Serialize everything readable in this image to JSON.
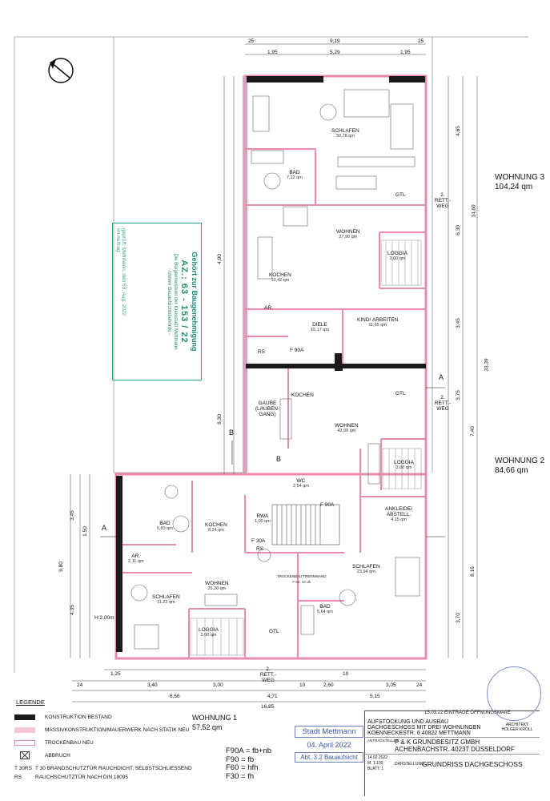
{
  "plan": {
    "rooms_w3": [
      {
        "name": "SCHLAFEN",
        "area": "30,78 qm"
      },
      {
        "name": "BAD",
        "area": "7,22 qm"
      },
      {
        "name": "WOHNEN",
        "area": "27,90 qm"
      },
      {
        "name": "KOCHEN",
        "area": "10,42 qm"
      },
      {
        "name": "LOGGIA",
        "area": "3,00 qm"
      },
      {
        "name": "DIELE",
        "area": "15,17 qm"
      },
      {
        "name": "KIND/ ARBEITEN",
        "area": "11,65 qm"
      },
      {
        "name": "AR.",
        "area": ""
      }
    ],
    "rooms_w2": [
      {
        "name": "GAUBE (LAUBEN-GANG)",
        "area": ""
      },
      {
        "name": "KOCHEN",
        "area": ""
      },
      {
        "name": "WOHNEN",
        "area": "43,99 qm"
      },
      {
        "name": "LOGGIA",
        "area": "3,00 qm"
      },
      {
        "name": "WC",
        "area": "2,54 qm"
      },
      {
        "name": "ANKLEIDE/ ABSTELL.",
        "area": "4,15 qm"
      },
      {
        "name": "SCHLAFEN",
        "area": "23,94 qm"
      },
      {
        "name": "BAD",
        "area": "5,64 qm"
      },
      {
        "name": "TROCKENBAU TRENNWAND",
        "area": "F 60, 44 db"
      }
    ],
    "rooms_w1": [
      {
        "name": "BAD",
        "area": "5,83 qm"
      },
      {
        "name": "KOCHEN",
        "area": "8,24 qm"
      },
      {
        "name": "AR.",
        "area": "2,11 qm"
      },
      {
        "name": "WOHNEN",
        "area": "25,20 qm"
      },
      {
        "name": "SCHLAFEN",
        "area": "11,22 qm"
      },
      {
        "name": "LOGGIA",
        "area": "3,00 qm"
      },
      {
        "name": "RWA",
        "area": "1,00 qm"
      }
    ],
    "misc_labels": [
      "2. RETT.- WEG",
      "2. RETT.- WEG",
      "2. RETT.- WEG",
      "GTL",
      "GTL",
      "GTL",
      "F 90A",
      "F 90A",
      "F 30A",
      "RS",
      "RS",
      "A",
      "A",
      "B",
      "B",
      "H:2,00m"
    ],
    "dims_top": [
      "9,19",
      "1,95",
      "5,29",
      "1,95",
      "25",
      "25"
    ],
    "dims_bottom": [
      "1,25",
      "3,40",
      "3,00",
      "10",
      "2,60",
      "3,05",
      "6,66",
      "4,71",
      "5,15",
      "16,85",
      "24",
      "10",
      "24"
    ],
    "dims_right": [
      "4,65",
      "6,30",
      "3,45",
      "3,75",
      "7,40",
      "14,60",
      "33,39",
      "8,16",
      "3,70"
    ],
    "dims_left": [
      "6,30",
      "4,90",
      "9,80",
      "3,45",
      "1,50",
      "4,35"
    ]
  },
  "units": {
    "w3": {
      "name": "WOHNUNG 3",
      "area": "104,24 qm"
    },
    "w2": {
      "name": "WOHNUNG 2",
      "area": "84,66 qm"
    },
    "w1": {
      "name": "WOHNUNG 1",
      "area": "57,52 qm"
    }
  },
  "stamp": {
    "line1": "Gehört zur Baugenehmigung",
    "line2": "AZ.: 63 - 153 / 22",
    "line3": "Die Bürgermeisterin der Kreisstadt Mettmann",
    "line4": "- Untere Bauaufsichtsbehörde -",
    "sign_line1": "geprüft: Mettmann, den 03. Aug. 2022",
    "sign_line2": "Im Auftrag"
  },
  "legend": {
    "title": "LEGENDE",
    "items": [
      {
        "label": "KONSTRUKTION BESTAND",
        "color": "#1a1a1a",
        "style": "solid"
      },
      {
        "label": "MASSIVKONSTRUKTION/MAUERWERK NACH STATIK NEU",
        "color": "#f3c6d8",
        "style": "solid"
      },
      {
        "label": "TROCKENBAU NEU",
        "color": "#e98bb0",
        "style": "outline"
      },
      {
        "label": "ABBRUCH",
        "color": "#444444",
        "style": "cross"
      }
    ],
    "abbrev": [
      {
        "code": "T 30RS",
        "text": "T 30 BRANDSCHUTZTÜR RAUCHDICHT, SELBSTSCHLIESSEND"
      },
      {
        "code": "RS",
        "text": "RAUCHSCHUTZTÜR NACH DIN 18095"
      }
    ]
  },
  "fire": [
    "F90A = fb+nb",
    "F90 = fb",
    "F60 = hfh",
    "F30 = fh"
  ],
  "city_stamp": {
    "city": "Stadt Mettmann",
    "date": "04. April 2022",
    "dept": "Abt. 3.2 Bauaufsicht"
  },
  "titleblock": {
    "date_note": "15.03.22  EINTRÄGE ÖFFNUNGSMAßE",
    "project": "AUFSTOCKUNG UND AUSBAU DACHGESCHOSS MIT DREI WOHNUNGEN",
    "address": "KOENNECKESTR. 6  40822 METTMANN",
    "architect": "ARCHITEKT HOLGER KROLL",
    "client_label": "ANTRAGSTELLER:",
    "client": "P & K GRUNDBESITZ GMBH",
    "client_address": "ACHENBACHSTR.  40237 DÜSSELDORF",
    "plan_date": "14.02.2022",
    "scale": "M. 1:100",
    "sheet": "BLATT: 1",
    "drawing_label": "DARSTELLUNG:",
    "drawing": "GRUNDRISS DACHGESCHOSS"
  },
  "colors": {
    "existing": "#1a1a1a",
    "new_masonry": "#f3c6d8",
    "drywall": "#e98bb0",
    "stamp_green": "#2fa58a",
    "stamp_blue": "#3a57a8"
  }
}
